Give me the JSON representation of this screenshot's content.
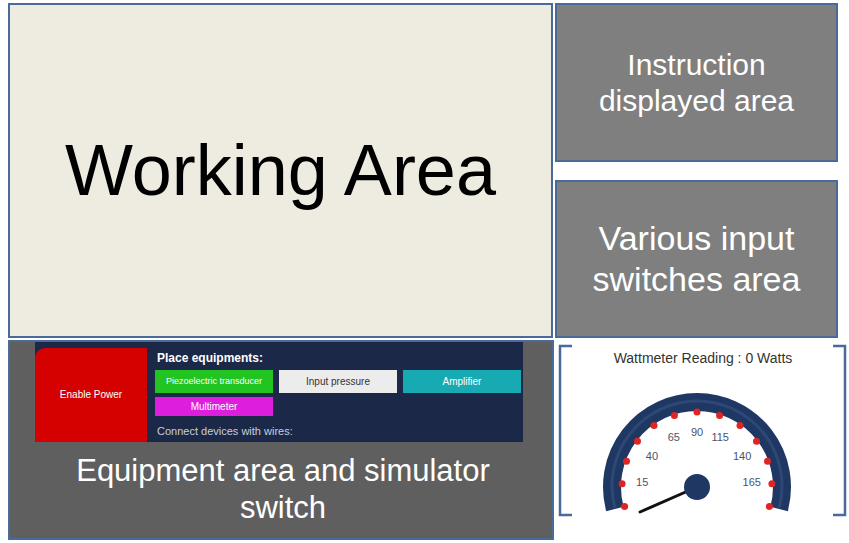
{
  "diagram": {
    "nodes": [
      {
        "text": [
          "Working Area"
        ]
      },
      {
        "text": [
          "Instruction displayed area"
        ]
      },
      {
        "text": [
          "Various input switches area"
        ]
      },
      {
        "text": [
          "Equipment area and simulator switch"
        ]
      },
      {
        "text": [
          "Place equipments:",
          "Connect devices with wires:"
        ],
        "in": 3
      },
      {
        "text": [
          "Enable Power"
        ],
        "in": 4
      },
      {
        "text": [
          "Piezoelectric transducer"
        ],
        "in": 4
      },
      {
        "text": [
          "Input pressure"
        ],
        "in": 4
      },
      {
        "text": [
          "Amplifier"
        ],
        "in": 4
      },
      {
        "text": [
          "Multimeter"
        ],
        "in": 4
      },
      {
        "text": [
          "Wattmeter Reading : 0 Watts"
        ]
      }
    ],
    "labels": [
      "15",
      "40",
      "65",
      "90",
      "115",
      "140",
      "165"
    ]
  }
}
